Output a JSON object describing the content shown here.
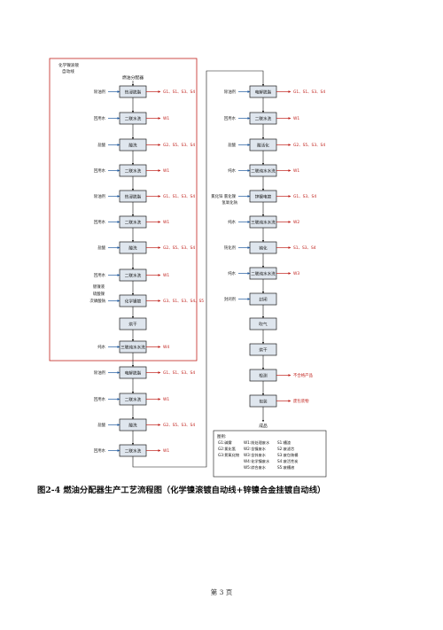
{
  "diagram": {
    "group_label_line1": "化学镍滚镀",
    "group_label_line2": "自动线",
    "start_label": "燃油分配器",
    "left_column": [
      {
        "label": "热浸脱脂",
        "input": "除油剂",
        "output": "G1、S1、S3、S4"
      },
      {
        "label": "二联水洗",
        "input": "回用水",
        "output": "W1"
      },
      {
        "label": "酸洗",
        "input": "盐酸",
        "output": "G2、S5、S3、S4"
      },
      {
        "label": "二联水洗",
        "input": "回用水",
        "output": "W1"
      },
      {
        "label": "热浸脱脂",
        "input": "除油剂",
        "output": "G1、S1、S3、S4"
      },
      {
        "label": "二联水洗",
        "input": "回用水",
        "output": "W1"
      },
      {
        "label": "酸洗",
        "input": "盐酸",
        "output": "G2、S5、S3、S4"
      },
      {
        "label": "二联水洗",
        "input": "回用水",
        "output": "W1"
      },
      {
        "label": "化学镍镀",
        "input": "次磷酸钠",
        "output": "G3、S1、S3、S4、S5"
      },
      {
        "label": "烘干",
        "input": "",
        "output": ""
      },
      {
        "label": "三联纯水水洗",
        "input": "纯水",
        "output": "W4"
      },
      {
        "label": "电解脱脂",
        "input": "除油剂",
        "output": "G1、S1、S3、S4"
      },
      {
        "label": "二联水洗",
        "input": "回用水",
        "output": "W1"
      },
      {
        "label": "酸洗",
        "input": "盐酸",
        "output": "G2、S5、S3、S4"
      },
      {
        "label": "二联水洗",
        "input": "回用水",
        "output": "W1"
      }
    ],
    "left_extra_inputs": [
      "镀镍液",
      "硫酸镍"
    ],
    "right_column": [
      {
        "label": "电解脱脂",
        "input": "除油剂",
        "output": "G1、S1、S3、S4"
      },
      {
        "label": "二联水洗",
        "input": "回用水",
        "output": "W1"
      },
      {
        "label": "酸活化",
        "input": "盐酸",
        "output": "G2、S5、S3、S4"
      },
      {
        "label": "二联纯水水洗",
        "input": "纯水",
        "output": "W1"
      },
      {
        "label": "锌镍电镀",
        "input": "氯化锌 氯化镍",
        "output": "G1、S3、S4"
      },
      {
        "label": "三联纯水水洗",
        "input": "纯水",
        "output": "W2"
      },
      {
        "label": "钝化",
        "input": "钝化剂",
        "output": "S1、S3、S4"
      },
      {
        "label": "二联纯水水洗",
        "input": "纯水",
        "output": "W3"
      },
      {
        "label": "封闭",
        "input": "封闭剂",
        "output": ""
      },
      {
        "label": "吹气",
        "input": "",
        "output": ""
      },
      {
        "label": "烘干",
        "input": "",
        "output": ""
      },
      {
        "label": "检测",
        "input": "",
        "output": "不合格产品"
      },
      {
        "label": "包装",
        "input": "",
        "output": "废包装物"
      }
    ],
    "right_extra_input": "氢氧化钠",
    "end_label": "成品",
    "legend": {
      "title": "图例:",
      "col1": [
        "G1:碱雾",
        "G2:氯化氢",
        "G3:氮氧化物"
      ],
      "col2": [
        "W1:前处理废水",
        "W2:含镍废水",
        "W3:含锌废水",
        "W4:化学镍废水",
        "W5:综合废水"
      ],
      "col3": [
        "S1:槽渣",
        "S2:废滤芯",
        "S3:废包装桶",
        "S4:废活性炭",
        "S5:废槽液"
      ]
    }
  },
  "caption": "图2-4 燃油分配器生产工艺流程图（化学镍滚镀自动线+锌镍合金挂镀自动线）",
  "page_number": "第 3 页"
}
